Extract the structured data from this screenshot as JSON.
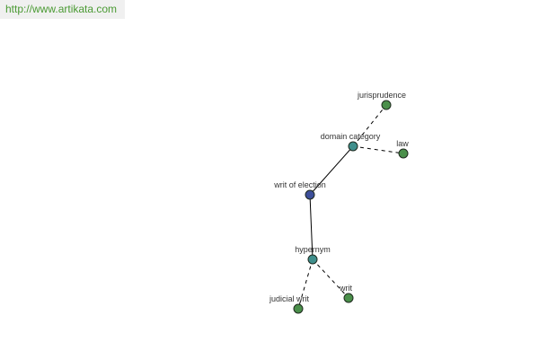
{
  "site_url": "http://www.artikata.com",
  "colors": {
    "banner_text": "#4a9a33",
    "banner_bg": "#f0f0f0",
    "edge": "#000000",
    "node_stroke": "#1f2a1f",
    "center_node": "#3d4f9a",
    "relation_node": "#3f8f8c",
    "leaf_node": "#4a8f4a"
  },
  "graph": {
    "center": "writ of election",
    "relations": [
      {
        "label": "domain category",
        "targets": [
          "jurisprudence",
          "law"
        ]
      },
      {
        "label": "hypernym",
        "targets": [
          "judicial writ",
          "writ"
        ]
      }
    ]
  }
}
